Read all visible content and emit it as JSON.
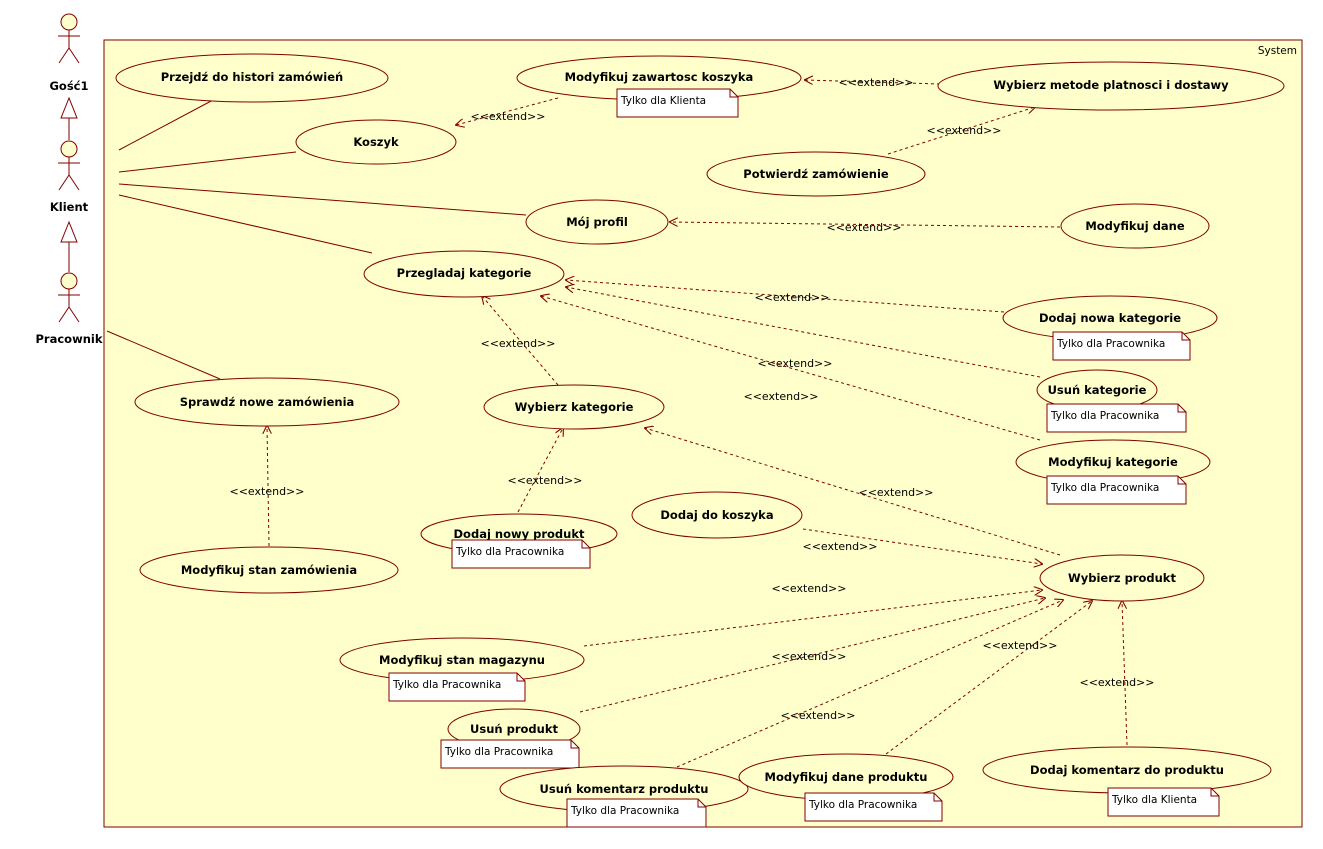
{
  "system": {
    "label": "System"
  },
  "actors": [
    {
      "id": "gosc",
      "label": "Gość1"
    },
    {
      "id": "klient",
      "label": "Klient"
    },
    {
      "id": "pracownik",
      "label": "Pracownik"
    }
  ],
  "use_cases": [
    {
      "id": "historia",
      "label": "Przejdź do histori zamówień"
    },
    {
      "id": "modkoszyk",
      "label": "Modyfikuj zawartosc koszyka",
      "note": "Tylko dla Klienta"
    },
    {
      "id": "platnosc",
      "label": "Wybierz metode platnosci i dostawy"
    },
    {
      "id": "koszyk",
      "label": "Koszyk"
    },
    {
      "id": "potwierdz",
      "label": "Potwierdź zamówienie"
    },
    {
      "id": "profil",
      "label": "Mój profil"
    },
    {
      "id": "moddane",
      "label": "Modyfikuj dane"
    },
    {
      "id": "przegladaj",
      "label": "Przegladaj kategorie"
    },
    {
      "id": "dodajkat",
      "label": "Dodaj nowa kategorie",
      "note": "Tylko dla Pracownika"
    },
    {
      "id": "usunkat",
      "label": "Usuń kategorie",
      "note": "Tylko dla Pracownika"
    },
    {
      "id": "sprawdz",
      "label": "Sprawdź nowe zamówienia"
    },
    {
      "id": "wybierzkat",
      "label": "Wybierz kategorie"
    },
    {
      "id": "modkat",
      "label": "Modyfikuj kategorie",
      "note": "Tylko dla Pracownika"
    },
    {
      "id": "dodajdokoszyka",
      "label": "Dodaj do koszyka"
    },
    {
      "id": "dodajprod",
      "label": "Dodaj nowy produkt",
      "note": "Tylko dla Pracownika"
    },
    {
      "id": "modstanzam",
      "label": "Modyfikuj stan zamówienia"
    },
    {
      "id": "wybierzprod",
      "label": "Wybierz produkt"
    },
    {
      "id": "modmagazyn",
      "label": "Modyfikuj stan magazynu",
      "note": "Tylko dla Pracownika"
    },
    {
      "id": "usunprod",
      "label": "Usuń produkt",
      "note": "Tylko dla Pracownika"
    },
    {
      "id": "usunkom",
      "label": "Usuń komentarz produktu",
      "note": "Tylko dla Pracownika"
    },
    {
      "id": "moddaneprod",
      "label": "Modyfikuj dane produktu",
      "note": "Tylko dla Pracownika"
    },
    {
      "id": "dodajkom",
      "label": "Dodaj komentarz do produktu",
      "note": "Tylko dla Klienta"
    }
  ],
  "extend_label": "<<extend>>",
  "relations": [
    {
      "type": "extend",
      "from": "modkoszyk",
      "to": "koszyk"
    },
    {
      "type": "extend",
      "from": "platnosc",
      "to": "modkoszyk"
    },
    {
      "type": "extend",
      "from": "potwierdz",
      "to": "platnosc"
    },
    {
      "type": "extend",
      "from": "moddane",
      "to": "profil"
    },
    {
      "type": "extend",
      "from": "dodajkat",
      "to": "przegladaj"
    },
    {
      "type": "extend",
      "from": "usunkat",
      "to": "przegladaj"
    },
    {
      "type": "extend",
      "from": "modkat",
      "to": "przegladaj"
    },
    {
      "type": "extend",
      "from": "wybierzkat",
      "to": "przegladaj"
    },
    {
      "type": "extend",
      "from": "dodajprod",
      "to": "wybierzkat"
    },
    {
      "type": "extend",
      "from": "wybierzprod",
      "to": "wybierzkat"
    },
    {
      "type": "extend",
      "from": "dodajdokoszyka",
      "to": "wybierzprod"
    },
    {
      "type": "extend",
      "from": "modmagazyn",
      "to": "wybierzprod"
    },
    {
      "type": "extend",
      "from": "usunprod",
      "to": "wybierzprod"
    },
    {
      "type": "extend",
      "from": "usunkom",
      "to": "wybierzprod"
    },
    {
      "type": "extend",
      "from": "moddaneprod",
      "to": "wybierzprod"
    },
    {
      "type": "extend",
      "from": "dodajkom",
      "to": "wybierzprod"
    },
    {
      "type": "extend",
      "from": "modstanzam",
      "to": "sprawdz"
    },
    {
      "type": "generalization",
      "from": "klient",
      "to": "gosc"
    },
    {
      "type": "generalization",
      "from": "pracownik",
      "to": "klient"
    },
    {
      "type": "association",
      "from": "klient",
      "to": "historia"
    },
    {
      "type": "association",
      "from": "klient",
      "to": "koszyk"
    },
    {
      "type": "association",
      "from": "klient",
      "to": "profil"
    },
    {
      "type": "association",
      "from": "klient",
      "to": "przegladaj"
    },
    {
      "type": "association",
      "from": "pracownik",
      "to": "sprawdz"
    }
  ],
  "colors": {
    "system_fill": "#ffffcc",
    "usecase_fill": "#ffffcc",
    "line": "#800000",
    "note_fill": "#ffffff"
  }
}
